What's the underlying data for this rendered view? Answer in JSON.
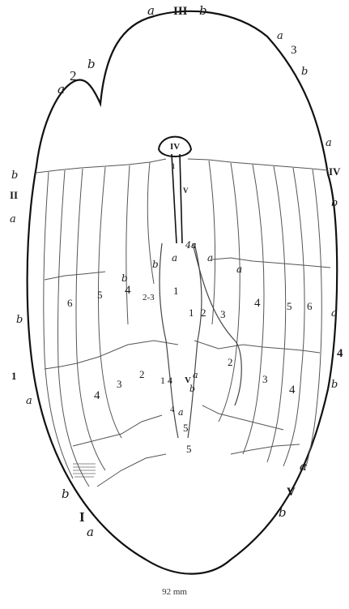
{
  "caption": "92 mm",
  "labels": {
    "top_a": "a",
    "top_III": "III",
    "top_b": "b",
    "tr_a": "a",
    "tr_3": "3",
    "tr_b": "b",
    "tl_2": "2",
    "tl_b": "b",
    "tl_a": "a",
    "cap_IV": "IV",
    "cap_1": "1",
    "cap_V": "V",
    "left_b": "b",
    "left_II": "II",
    "left_a": "a",
    "right_a": "a",
    "right_IV": "IV",
    "right_b": "b",
    "mid_4a": "4a",
    "mid_b": "b",
    "mid_a1": "a",
    "mid_a2": "a",
    "mid_b2": "b",
    "mid_1": "1",
    "row_6": "6",
    "row_5": "5",
    "row_4": "4",
    "row_2_3": "2-3",
    "row_1b": "1",
    "row_2": "2",
    "row_3": "3",
    "row_4r": "4",
    "row_5r": "5",
    "row_6r": "6",
    "left_b2": "b",
    "left_1": "1",
    "left_a2": "a",
    "right_a2": "a",
    "right_4": "4",
    "right_b2": "b",
    "low_4l": "4",
    "low_3l": "3",
    "low_2l": "2",
    "low_14": "1 4",
    "low_V": "V",
    "low_a": "a",
    "low_b": "b",
    "low_2r": "2",
    "low_3r": "3",
    "low_4r": "4",
    "low_4a": "4",
    "low_a2": "a",
    "low_5": "5",
    "low_5b": "5",
    "bl_b": "b",
    "bl_I": "I",
    "bl_a": "a",
    "br_a": "a",
    "br_V": "V",
    "br_b": "b"
  }
}
